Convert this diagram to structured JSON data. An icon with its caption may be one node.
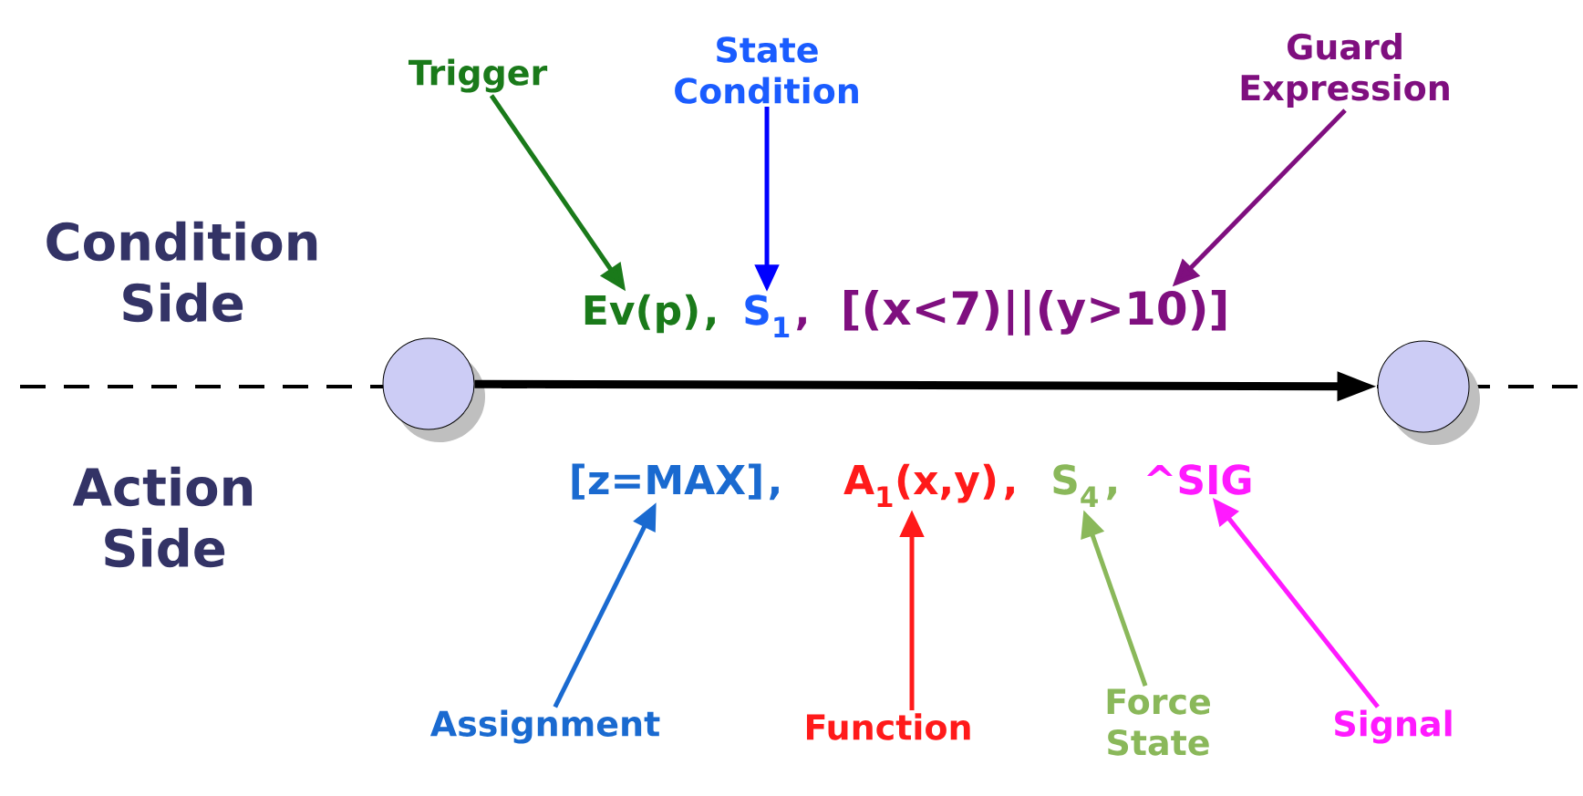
{
  "diagram": {
    "nodes": [
      {
        "text": [
          "Trigger"
        ]
      },
      {
        "text": [
          "State Condition"
        ]
      },
      {
        "text": [
          "Guard Expression"
        ]
      },
      {
        "text": [
          "Ev(p)"
        ]
      },
      {
        "text": [
          "S$_{1}$"
        ]
      },
      {
        "text": [
          "[(x<7)||(y>10)]"
        ]
      },
      {
        "text": [],
        "shape": "circle"
      },
      {
        "text": [],
        "shape": "circle"
      },
      {
        "text": [
          "[z=MAX]"
        ]
      },
      {
        "text": [
          "A$_{1}$(x,y)"
        ]
      },
      {
        "text": [
          "S$_{4}$"
        ]
      },
      {
        "text": [
          "^SIG"
        ]
      },
      {
        "text": [
          "Assignment"
        ]
      },
      {
        "text": [
          "Function"
        ]
      },
      {
        "text": [
          "Force State"
        ]
      },
      {
        "text": [
          "Signal"
        ]
      }
    ],
    "edges": [
      {
        "from": 0,
        "to": 3,
        "arrow": "to",
        "color": "#1a7a1a"
      },
      {
        "from": 1,
        "to": 4,
        "arrow": "to",
        "color": "#0000ff"
      },
      {
        "from": 2,
        "to": 5,
        "arrow": "to",
        "color": "#7f0f7f"
      },
      {
        "from": 6,
        "to": 7,
        "arrow": "to",
        "style": "thick",
        "color": "#000000"
      },
      {
        "from": 12,
        "to": 8,
        "arrow": "to",
        "color": "#1a6ad0"
      },
      {
        "from": 13,
        "to": 9,
        "arrow": "to",
        "color": "#ff1a1a"
      },
      {
        "from": 14,
        "to": 10,
        "arrow": "to",
        "color": "#8ab85a"
      },
      {
        "from": 15,
        "to": 11,
        "arrow": "to",
        "color": "#ff1aff"
      }
    ],
    "labels": [
      "Condition Side",
      "Action Side",
      ",",
      ",",
      ",",
      ",",
      ","
    ]
  }
}
